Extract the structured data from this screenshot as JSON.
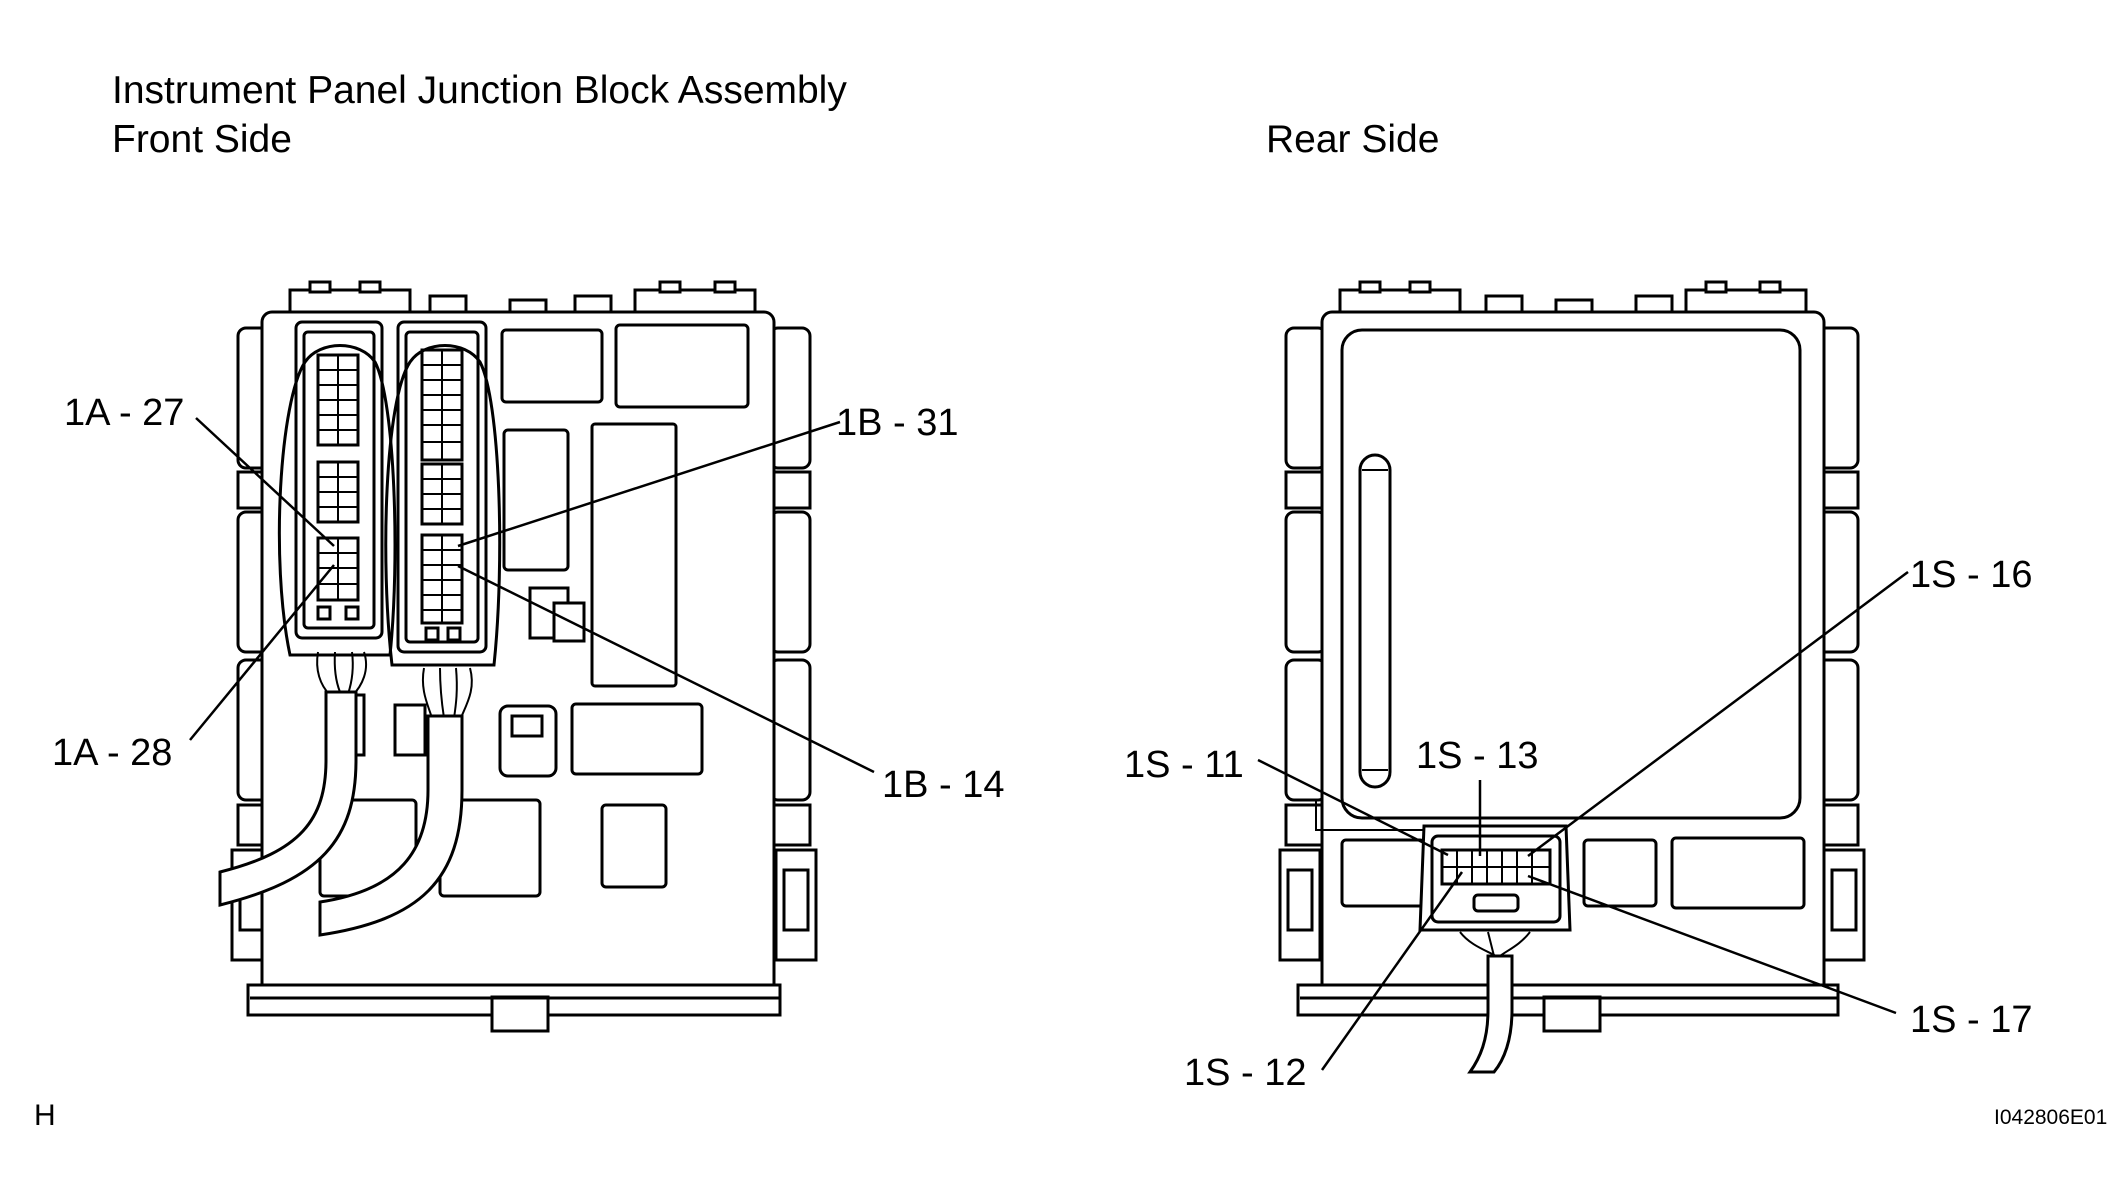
{
  "title": "Instrument Panel Junction Block Assembly",
  "front_label": "Front  Side",
  "rear_label": "Rear Side",
  "front_callouts": {
    "a27": "1A - 27",
    "a28": "1A - 28",
    "b31": "1B - 31",
    "b14": "1B - 14"
  },
  "rear_callouts": {
    "s11": "1S - 11",
    "s12": "1S - 12",
    "s13": "1S - 13",
    "s16": "1S - 16",
    "s17": "1S - 17"
  },
  "corner_letter": "H",
  "figure_code": "I042806E01"
}
